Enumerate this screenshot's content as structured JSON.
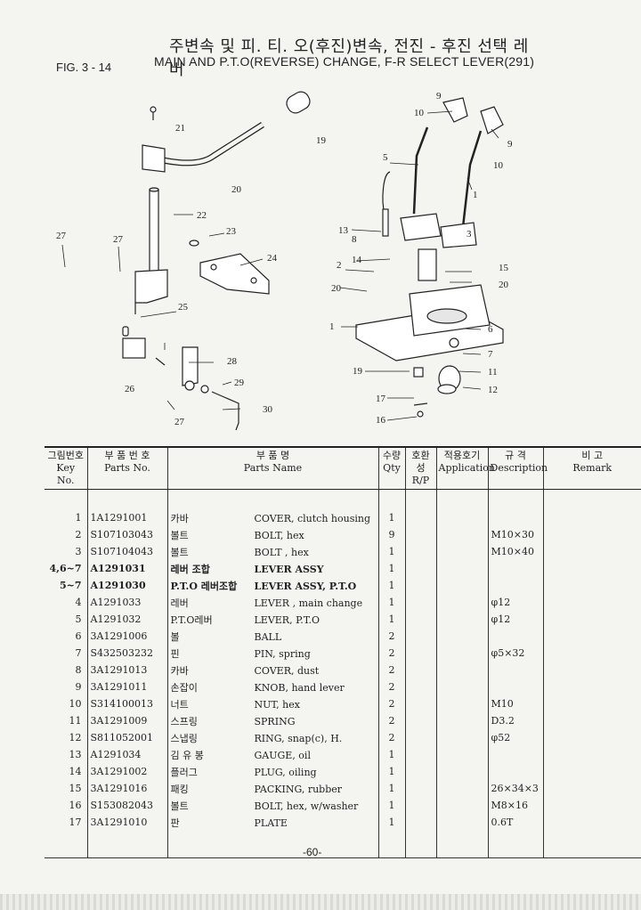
{
  "header": {
    "title_ko": "주변속 및 피. 티. 오(후진)변속, 전진 - 후진 선택 레버",
    "title_en": "MAIN AND P.T.O(REVERSE) CHANGE, F-R SELECT LEVER(291)",
    "figure": "FIG. 3 - 14"
  },
  "diagram": {
    "callouts": [
      "21",
      "19",
      "20",
      "22",
      "27",
      "27",
      "23",
      "24",
      "25",
      "28",
      "26",
      "29",
      "27",
      "30",
      "9",
      "10",
      "9",
      "10",
      "5",
      "1",
      "13",
      "8",
      "3",
      "14",
      "2",
      "15",
      "20",
      "20",
      "1",
      "6",
      "7",
      "19",
      "11",
      "12",
      "17",
      "16"
    ]
  },
  "table": {
    "headers": {
      "key_ko": "그림번호",
      "key_en": "Key No.",
      "part_no_ko": "부 품 번 호",
      "part_no_en": "Parts No.",
      "name_ko": "부 품 명",
      "name_en": "Parts Name",
      "qty_ko": "수량",
      "qty_en": "Qty",
      "rp_ko": "호환성",
      "rp_en": "R/P",
      "app_ko": "적용호기",
      "app_en": "Application",
      "desc_ko": "규 격",
      "desc_en": "Description",
      "remark_ko": "비 고",
      "remark_en": "Remark"
    },
    "rows": [
      {
        "key": "1",
        "part_no": "1A1291001",
        "name_ko": "카바",
        "name_en": "COVER, clutch housing",
        "qty": "1",
        "desc": "",
        "bold": false
      },
      {
        "key": "2",
        "part_no": "S107103043",
        "name_ko": "볼트",
        "name_en": "BOLT, hex",
        "qty": "9",
        "desc": "M10×30",
        "bold": false
      },
      {
        "key": "3",
        "part_no": "S107104043",
        "name_ko": "볼트",
        "name_en": "BOLT , hex",
        "qty": "1",
        "desc": "M10×40",
        "bold": false
      },
      {
        "key": "4,6~7",
        "part_no": "A1291031",
        "name_ko": "레버 조합",
        "name_en": "LEVER ASSY",
        "qty": "1",
        "desc": "",
        "bold": true
      },
      {
        "key": "5~7",
        "part_no": "A1291030",
        "name_ko": "P.T.O 레버조합",
        "name_en": "LEVER ASSY, P.T.O",
        "qty": "1",
        "desc": "",
        "bold": true
      },
      {
        "key": "4",
        "part_no": "A1291033",
        "name_ko": "레버",
        "name_en": "LEVER , main change",
        "qty": "1",
        "desc": "φ12",
        "bold": false
      },
      {
        "key": "5",
        "part_no": "A1291032",
        "name_ko": "P.T.O레버",
        "name_en": "LEVER, P.T.O",
        "qty": "1",
        "desc": "φ12",
        "bold": false
      },
      {
        "key": "6",
        "part_no": "3A1291006",
        "name_ko": "볼",
        "name_en": "BALL",
        "qty": "2",
        "desc": "",
        "bold": false
      },
      {
        "key": "7",
        "part_no": "S432503232",
        "name_ko": "핀",
        "name_en": "PIN, spring",
        "qty": "2",
        "desc": "φ5×32",
        "bold": false
      },
      {
        "key": "8",
        "part_no": "3A1291013",
        "name_ko": "카바",
        "name_en": "COVER, dust",
        "qty": "2",
        "desc": "",
        "bold": false
      },
      {
        "key": "9",
        "part_no": "3A1291011",
        "name_ko": "손잡이",
        "name_en": "KNOB, hand lever",
        "qty": "2",
        "desc": "",
        "bold": false
      },
      {
        "key": "10",
        "part_no": "S314100013",
        "name_ko": "너트",
        "name_en": "NUT, hex",
        "qty": "2",
        "desc": "M10",
        "bold": false
      },
      {
        "key": "11",
        "part_no": "3A1291009",
        "name_ko": "스프링",
        "name_en": "SPRING",
        "qty": "2",
        "desc": "D3.2",
        "bold": false
      },
      {
        "key": "12",
        "part_no": "S811052001",
        "name_ko": "스냅링",
        "name_en": "RING, snap(c), H.",
        "qty": "2",
        "desc": "φ52",
        "bold": false
      },
      {
        "key": "13",
        "part_no": "A1291034",
        "name_ko": "김 유 봉",
        "name_en": "GAUGE, oil",
        "qty": "1",
        "desc": "",
        "bold": false
      },
      {
        "key": "14",
        "part_no": "3A1291002",
        "name_ko": "플러그",
        "name_en": "PLUG, oiling",
        "qty": "1",
        "desc": "",
        "bold": false
      },
      {
        "key": "15",
        "part_no": "3A1291016",
        "name_ko": "패킹",
        "name_en": "PACKING, rubber",
        "qty": "1",
        "desc": "26×34×3",
        "bold": false
      },
      {
        "key": "16",
        "part_no": "S153082043",
        "name_ko": "볼트",
        "name_en": "BOLT, hex, w/washer",
        "qty": "1",
        "desc": "M8×16",
        "bold": false
      },
      {
        "key": "17",
        "part_no": "3A1291010",
        "name_ko": "판",
        "name_en": "PLATE",
        "qty": "1",
        "desc": "0.6T",
        "bold": false
      }
    ]
  },
  "footer": {
    "page": "-60-"
  }
}
